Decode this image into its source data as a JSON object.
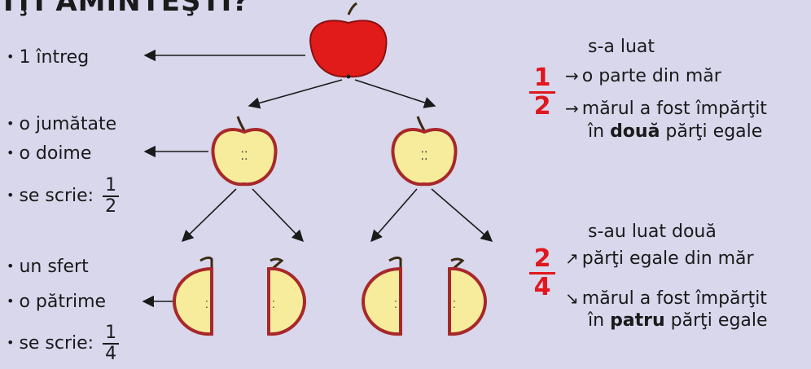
{
  "title": "IŢI AMINTEŞTI?",
  "bullet": "•",
  "left": {
    "whole": "1 întreg",
    "half_1": "o jumătate",
    "half_2": "o doime",
    "half_write": "se scrie:",
    "half_frac": {
      "num": "1",
      "den": "2"
    },
    "quarter_1": "un sfert",
    "quarter_2": "o pătrime",
    "quarter_write": "se scrie:",
    "quarter_frac": {
      "num": "1",
      "den": "4"
    }
  },
  "right_top": {
    "frac": {
      "num": "1",
      "den": "2"
    },
    "line1": "s-a luat",
    "arrow1": "→",
    "line2": "o parte din măr",
    "arrow2": "→",
    "line3": "mărul a fost împărţit",
    "line4_pre": "în ",
    "line4_bold": "două",
    "line4_post": " părţi egale"
  },
  "right_bottom": {
    "frac": {
      "num": "2",
      "den": "4"
    },
    "line1": "s-au luat două",
    "arrow1": "↗",
    "line2": "părţi egale din măr",
    "arrow2": "↘",
    "line3": "mărul a fost împărţit",
    "line4_pre": "în ",
    "line4_bold": "patru",
    "line4_post": " părţi egale"
  },
  "colors": {
    "background": "#d8d7ec",
    "apple_red": "#e11a1a",
    "apple_flesh": "#f6ec9c",
    "apple_skin_edge": "#a8282a",
    "fraction_red": "#e1171e",
    "text": "#1a1a1a"
  }
}
